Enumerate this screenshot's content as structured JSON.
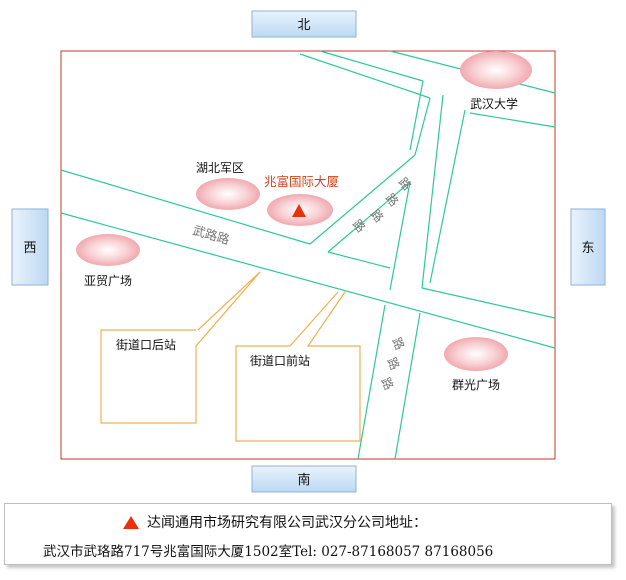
{
  "directions": {
    "north": "北",
    "south": "南",
    "west": "西",
    "east": "东"
  },
  "roads": {
    "wuluo_road": "武路路",
    "luoyu_road_a": "路",
    "luoyu_road_b": "路",
    "luoyu_road_c": "路",
    "luoyu_road_d": "路",
    "road_south_1": "路",
    "road_south_2": "路",
    "road_south_3": "路"
  },
  "landmarks": {
    "wuhan_university": "武汉大学",
    "hubei_military": "湖北军区",
    "zhaofu_building": "兆富国际大厦",
    "yamao_square": "亚贸广场",
    "qunguang_square": "群光广场"
  },
  "stations": {
    "back_station": "街道口后站",
    "front_station": "街道口前站"
  },
  "footer": {
    "title": "达闻通用市场研究有限公司武汉分公司地址：",
    "address": "武汉市武珞路717号兆富国际大厦1502室Tel: 027-87168057 87168056"
  },
  "colors": {
    "road": "#2fc79c",
    "border": "#c0392b",
    "landmark_fill": "#f4b6ba",
    "marker": "#e8320c",
    "callout": "#f0b050",
    "compass_fill": "#d3e6f7"
  },
  "icons": {
    "location_marker": "triangle-marker-icon"
  }
}
